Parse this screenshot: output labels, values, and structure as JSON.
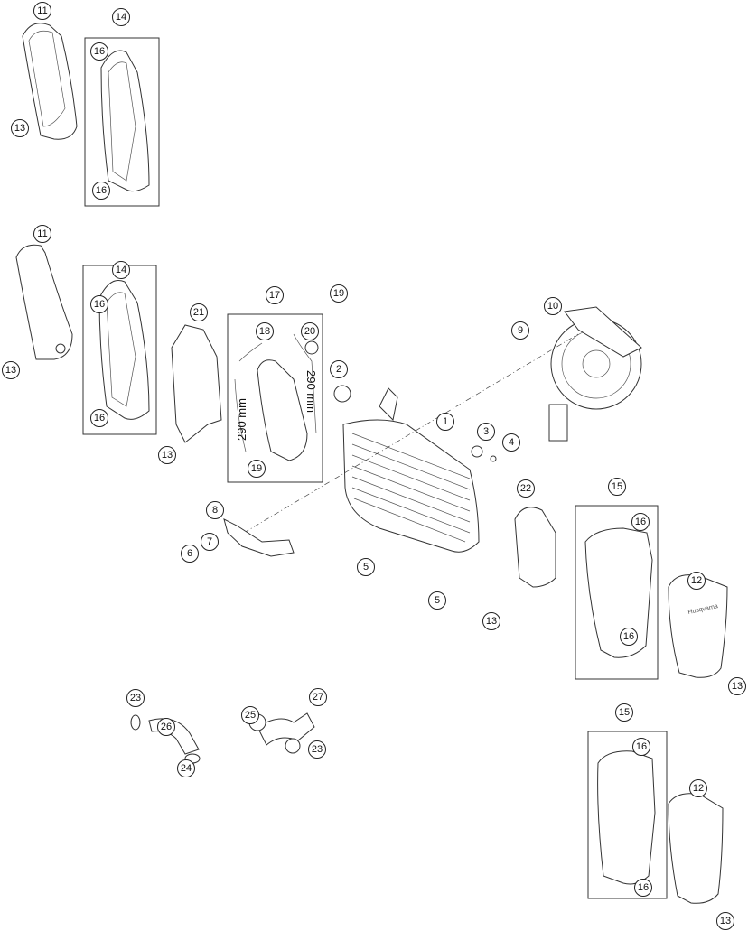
{
  "diagram": {
    "callouts": [
      "11",
      "14",
      "16",
      "13",
      "16",
      "11",
      "14",
      "16",
      "13",
      "16",
      "21",
      "13",
      "17",
      "18",
      "19",
      "20",
      "19",
      "2",
      "1",
      "3",
      "4",
      "10",
      "9",
      "8",
      "7",
      "6",
      "5",
      "5",
      "22",
      "13",
      "15",
      "16",
      "16",
      "12",
      "13",
      "23",
      "26",
      "24",
      "25",
      "27",
      "23",
      "15",
      "16",
      "16",
      "12",
      "13"
    ],
    "dimensions": [
      "290 mm",
      "290 mm"
    ],
    "logo_text": "Husqvarna"
  }
}
